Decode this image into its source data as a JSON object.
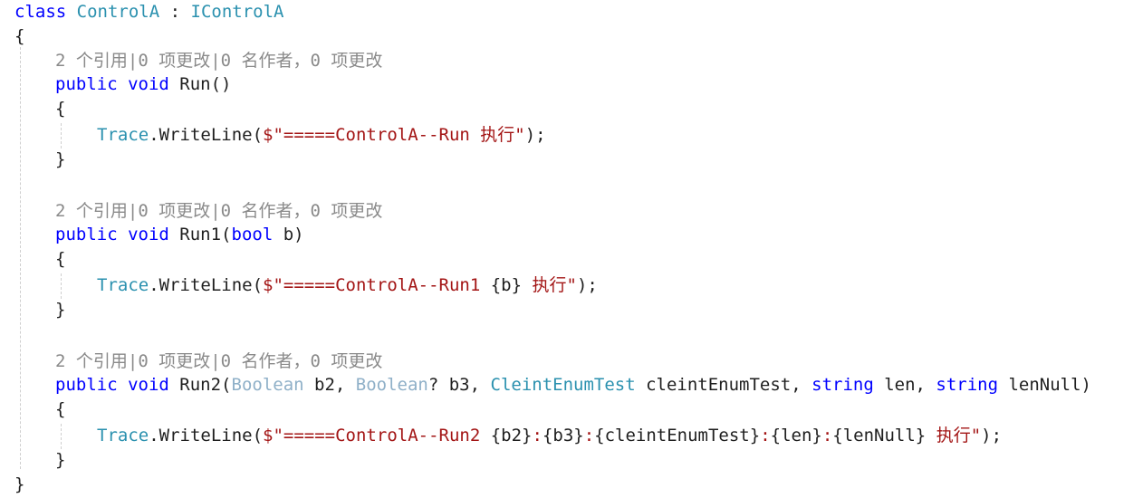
{
  "class_decl": {
    "kw": "class",
    "name": "ControlA",
    "sep": " : ",
    "base": "IControlA"
  },
  "brace_open": "{",
  "brace_close": "}",
  "lens": "2 个引用|0 项更改|0 名作者，0 项更改",
  "methods": [
    {
      "sig": [
        {
          "t": "public",
          "c": "kw"
        },
        {
          "t": " ",
          "c": "plain"
        },
        {
          "t": "void",
          "c": "kw"
        },
        {
          "t": " Run()",
          "c": "plain"
        }
      ],
      "body": [
        {
          "t": "Trace",
          "c": "type"
        },
        {
          "t": ".WriteLine(",
          "c": "plain"
        },
        {
          "t": "$\"=====ControlA--Run 执行\"",
          "c": "str"
        },
        {
          "t": ");",
          "c": "plain"
        }
      ]
    },
    {
      "sig": [
        {
          "t": "public",
          "c": "kw"
        },
        {
          "t": " ",
          "c": "plain"
        },
        {
          "t": "void",
          "c": "kw"
        },
        {
          "t": " Run1(",
          "c": "plain"
        },
        {
          "t": "bool",
          "c": "kw"
        },
        {
          "t": " b)",
          "c": "plain"
        }
      ],
      "body": [
        {
          "t": "Trace",
          "c": "type"
        },
        {
          "t": ".WriteLine(",
          "c": "plain"
        },
        {
          "t": "$\"=====ControlA--Run1 ",
          "c": "str"
        },
        {
          "t": "{b}",
          "c": "interp"
        },
        {
          "t": " 执行\"",
          "c": "str"
        },
        {
          "t": ");",
          "c": "plain"
        }
      ]
    },
    {
      "sig": [
        {
          "t": "public",
          "c": "kw"
        },
        {
          "t": " ",
          "c": "plain"
        },
        {
          "t": "void",
          "c": "kw"
        },
        {
          "t": " Run2(",
          "c": "plain"
        },
        {
          "t": "Boolean",
          "c": "light"
        },
        {
          "t": " b2, ",
          "c": "plain"
        },
        {
          "t": "Boolean",
          "c": "light"
        },
        {
          "t": "? b3, ",
          "c": "plain"
        },
        {
          "t": "CleintEnumTest",
          "c": "type"
        },
        {
          "t": " cleintEnumTest, ",
          "c": "plain"
        },
        {
          "t": "string",
          "c": "kw"
        },
        {
          "t": " len, ",
          "c": "plain"
        },
        {
          "t": "string",
          "c": "kw"
        },
        {
          "t": " lenNull)",
          "c": "plain"
        }
      ],
      "body": [
        {
          "t": "Trace",
          "c": "type"
        },
        {
          "t": ".WriteLine(",
          "c": "plain"
        },
        {
          "t": "$\"=====ControlA--Run2 ",
          "c": "str"
        },
        {
          "t": "{b2}",
          "c": "interp"
        },
        {
          "t": ":",
          "c": "str"
        },
        {
          "t": "{b3}",
          "c": "interp"
        },
        {
          "t": ":",
          "c": "str"
        },
        {
          "t": "{cleintEnumTest}",
          "c": "interp"
        },
        {
          "t": ":",
          "c": "str"
        },
        {
          "t": "{len}",
          "c": "interp"
        },
        {
          "t": ":",
          "c": "str"
        },
        {
          "t": "{lenNull}",
          "c": "interp"
        },
        {
          "t": " 执行\"",
          "c": "str"
        },
        {
          "t": ");",
          "c": "plain"
        }
      ]
    }
  ]
}
